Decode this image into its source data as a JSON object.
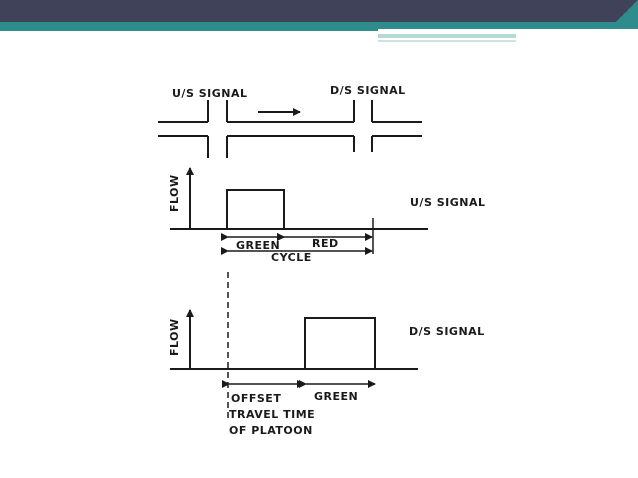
{
  "colors": {
    "header_dark": "#3f4259",
    "header_teal": "#2f8c8c",
    "header_light": "#7fb8b8",
    "ink": "#1a1a1a"
  },
  "diagram": {
    "labels": {
      "us_signal": "U/S SIGNAL",
      "ds_signal": "D/S SIGNAL",
      "flow_top": "FLOW",
      "us_signal_right": "U/S SIGNAL",
      "green_top": "GREEN",
      "red": "RED",
      "cycle": "CYCLE",
      "flow_bottom": "FLOW",
      "ds_signal_right": "D/S SIGNAL",
      "offset": "OFFSET",
      "green_bottom": "GREEN",
      "travel_time": "TRAVEL TIME",
      "of_platoon": "OF PLATOON"
    }
  }
}
